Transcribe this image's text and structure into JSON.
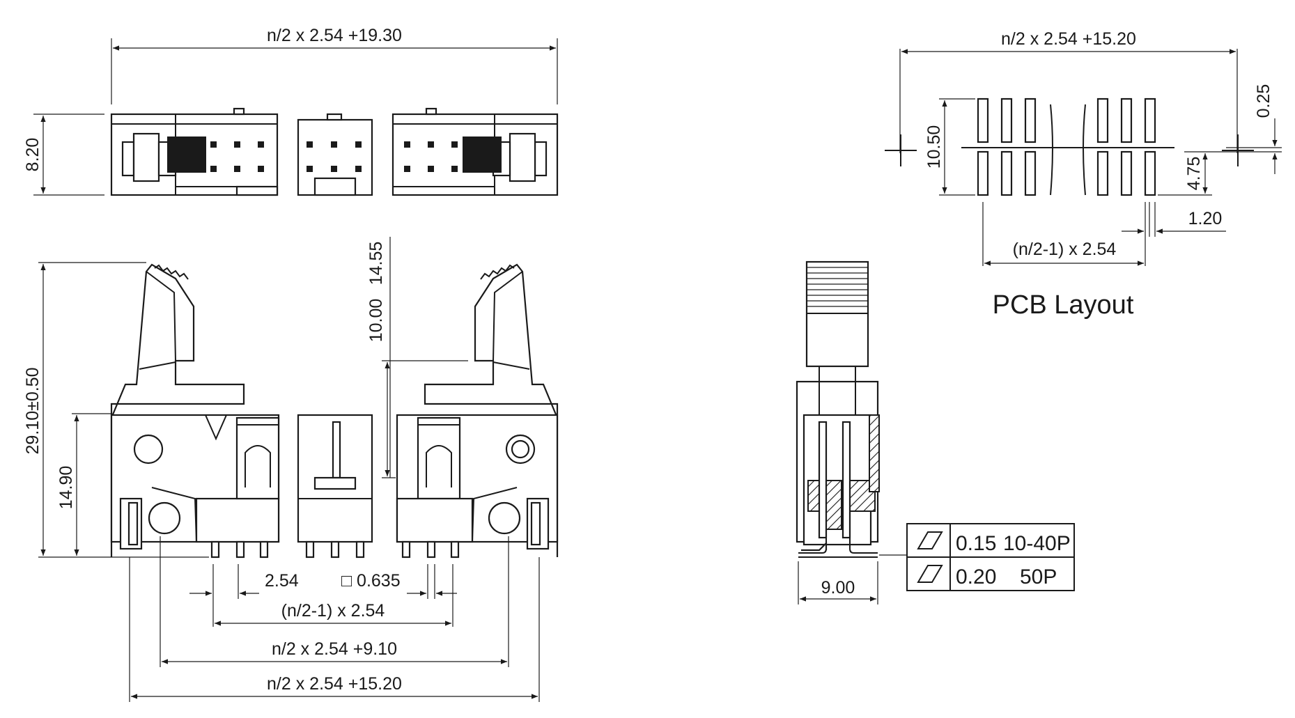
{
  "front_view": {
    "overall_width": "n/2 x 2.54 +19.30",
    "height": "8.20"
  },
  "side_view": {
    "total_height": "29.10±0.50",
    "body_height": "14.90",
    "latch_height": "14.55",
    "latch_offset": "10.00",
    "pin_pitch": "2.54",
    "pin_size": "□ 0.635",
    "pin_span": "(n/2-1) x 2.54",
    "hole_span": "n/2 x 2.54 +9.10",
    "outer_span": "n/2 x 2.54 +15.20"
  },
  "end_view": {
    "width": "9.00"
  },
  "tolerance_table": [
    {
      "value": "0.15",
      "pins": "10-40P"
    },
    {
      "value": "0.20",
      "pins": "50P"
    }
  ],
  "pcb_layout": {
    "title": "PCB Layout",
    "overall_width": "n/2 x 2.54 +15.20",
    "row_height": "10.50",
    "offset": "0.25",
    "pad_length": "4.75",
    "pad_width": "1.20",
    "pad_span": "(n/2-1) x 2.54"
  }
}
